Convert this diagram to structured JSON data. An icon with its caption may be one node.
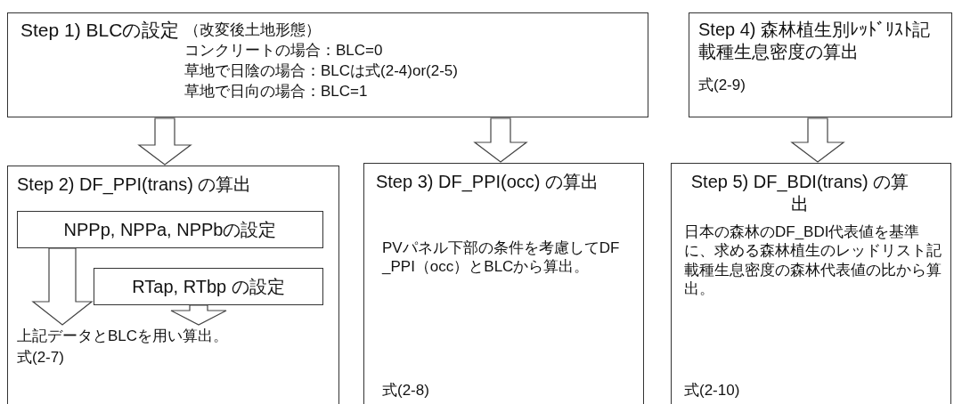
{
  "diagram": {
    "nodes": [
      {
        "text": [
          "Step 1) BLCの設定",
          "（改変後土地形態）",
          "コンクリートの場合：BLC=0",
          "草地で日陰の場合：BLCは式(2-4)or(2-5)",
          "草地で日向の場合：BLC=1"
        ]
      },
      {
        "text": [
          "Step 4) 森林植生別ﾚｯﾄﾞﾘｽﾄ記載種生息密度の算出",
          "式(2-9)"
        ]
      },
      {
        "text": [
          "Step 2) DF_PPI(trans) の算出"
        ]
      },
      {
        "text": [
          "NPPp, NPPa, NPPbの設定"
        ],
        "in": 2
      },
      {
        "text": [
          "RTap, RTbp の設定"
        ],
        "in": 2
      },
      {
        "text": [
          "上記データとBLCを用い算出。",
          "式(2-7)"
        ],
        "in": 2
      },
      {
        "text": [
          "Step 3) DF_PPI(occ) の算出",
          "PVパネル下部の条件を考慮してDF_PPI（occ）とBLCから算出。",
          "式(2-8)"
        ]
      },
      {
        "text": [
          "Step 5) DF_BDI(trans) の算出",
          "日本の森林のDF_BDI代表値を基準に、求める森林植生のレッドリスト記載種生息密度の森林代表値の比から算出。",
          "式(2-10)"
        ]
      }
    ],
    "edges": [
      {
        "from": 0,
        "to": 2,
        "arrow": "to"
      },
      {
        "from": 0,
        "to": 6,
        "arrow": "to"
      },
      {
        "from": 1,
        "to": 7,
        "arrow": "to"
      },
      {
        "from": 3,
        "to": 5,
        "arrow": "to"
      },
      {
        "from": 4,
        "to": 5,
        "arrow": "to"
      }
    ]
  }
}
